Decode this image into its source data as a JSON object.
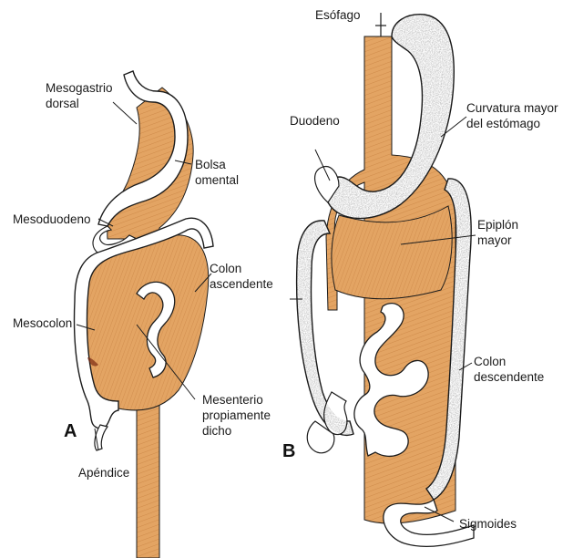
{
  "panels": {
    "a": {
      "letter": "A",
      "labels": {
        "mesogastrio": [
          "Mesogastrio",
          "dorsal"
        ],
        "bolsa": [
          "Bolsa",
          "omental"
        ],
        "mesoduodeno": "Mesoduodeno",
        "mesocolon": "Mesocolon",
        "colon_asc": [
          "Colon",
          "ascendente"
        ],
        "mesenterio": [
          "Mesenterio",
          "propiamente",
          "dicho"
        ],
        "apendice": "Apéndice"
      }
    },
    "b": {
      "letter": "B",
      "labels": {
        "esofago": "Esófago",
        "duodeno": "Duodeno",
        "curvatura": [
          "Curvatura mayor",
          "del estómago"
        ],
        "epiplon": [
          "Epiplón",
          "mayor"
        ],
        "colon_desc": [
          "Colon",
          "descendente"
        ],
        "sigmoides": "Sigmoides"
      }
    }
  },
  "colors": {
    "mesentery": "#e3a463",
    "mesentery_dark": "#b86e2e",
    "outline": "#1c1c1c",
    "gut_wall": "#ffffff"
  }
}
